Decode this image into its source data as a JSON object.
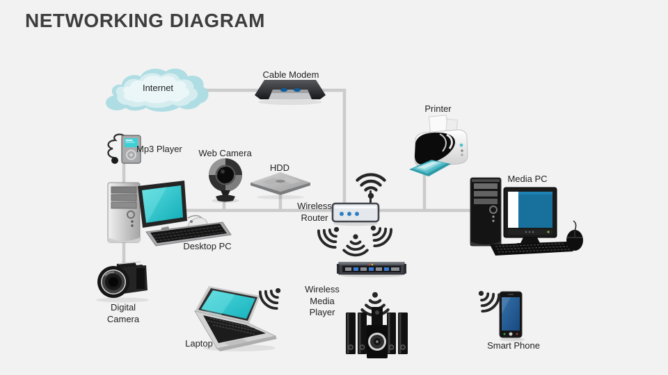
{
  "title": "NETWORKING DIAGRAM",
  "nodes": {
    "internet": {
      "label": "Internet"
    },
    "cable_modem": {
      "label": "Cable Modem"
    },
    "printer": {
      "label": "Printer"
    },
    "mp3_player": {
      "label": "Mp3 Player"
    },
    "web_camera": {
      "label": "Web Camera"
    },
    "hdd": {
      "label": "HDD"
    },
    "wireless_router": {
      "label": "Wireless Router"
    },
    "media_pc": {
      "label": "Media PC"
    },
    "desktop_pc": {
      "label": "Desktop PC"
    },
    "digital_camera": {
      "label": "Digital Camera"
    },
    "laptop": {
      "label": "Laptop"
    },
    "wireless_media_player": {
      "label": "Wireless Media Player"
    },
    "smart_phone": {
      "label": "Smart Phone"
    }
  },
  "connections": [
    {
      "from": "Internet",
      "to": "Cable Modem",
      "type": "wired"
    },
    {
      "from": "Cable Modem",
      "to": "Wireless Router",
      "type": "wired"
    },
    {
      "from": "Desktop PC",
      "to": "Wireless Router",
      "type": "wired"
    },
    {
      "from": "Web Camera",
      "to": "Wireless Router",
      "type": "wired"
    },
    {
      "from": "HDD",
      "to": "Wireless Router",
      "type": "wired"
    },
    {
      "from": "Printer",
      "to": "Wireless Router",
      "type": "wired"
    },
    {
      "from": "Wireless Router",
      "to": "Media PC",
      "type": "wired"
    },
    {
      "from": "Mp3 Player",
      "to": "Desktop PC",
      "type": "wired"
    },
    {
      "from": "Desktop PC",
      "to": "Digital Camera",
      "type": "wired"
    },
    {
      "from": "Wireless Router",
      "to": "Laptop",
      "type": "wireless"
    },
    {
      "from": "Wireless Router",
      "to": "Wireless Media Player",
      "type": "wireless"
    },
    {
      "from": "Wireless Router",
      "to": "Speakers",
      "type": "wireless"
    },
    {
      "from": "Wireless Router",
      "to": "Smart Phone",
      "type": "wireless"
    }
  ],
  "colors": {
    "background": "#f2f2f2",
    "title_text": "#3d3d3d",
    "label_text": "#222222",
    "connector_line": "#cbcbcb",
    "cloud_fill": "#c9e8ec",
    "accent_teal": "#2fc4cd",
    "screen_blue": "#17719c",
    "router_dot_blue": "#2e7fc0",
    "wifi_icon": "#262626"
  }
}
